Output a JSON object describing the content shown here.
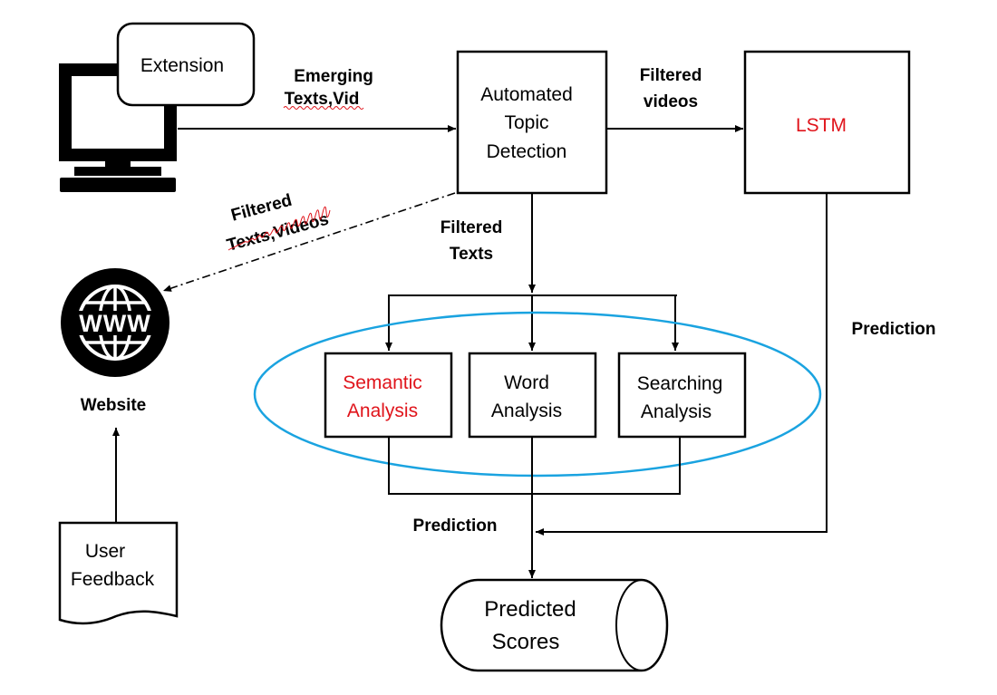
{
  "nodes": {
    "extension": "Extension",
    "automated_topic_detection": [
      "Automated",
      "Topic",
      "Detection"
    ],
    "lstm": "LSTM",
    "semantic_analysis": [
      "Semantic",
      "Analysis"
    ],
    "word_analysis": [
      "Word",
      "Analysis"
    ],
    "searching_analysis": [
      "Searching",
      "Analysis"
    ],
    "predicted_scores": [
      "Predicted",
      "Scores"
    ],
    "website_icon": "WWW",
    "website": "Website",
    "user_feedback": [
      "User",
      "Feedback"
    ]
  },
  "edges": {
    "emerging": [
      "Emerging",
      "Texts,Vid"
    ],
    "filtered_videos": [
      "Filtered",
      "videos"
    ],
    "filtered_texts_videos": [
      "Filtered",
      "Texts,Videos"
    ],
    "filtered_texts": [
      "Filtered",
      "Texts"
    ],
    "prediction_lstm": "Prediction",
    "prediction_analysis": "Prediction"
  },
  "colors": {
    "highlight_text": "#e0141b",
    "ellipse": "#1aa3e0"
  }
}
